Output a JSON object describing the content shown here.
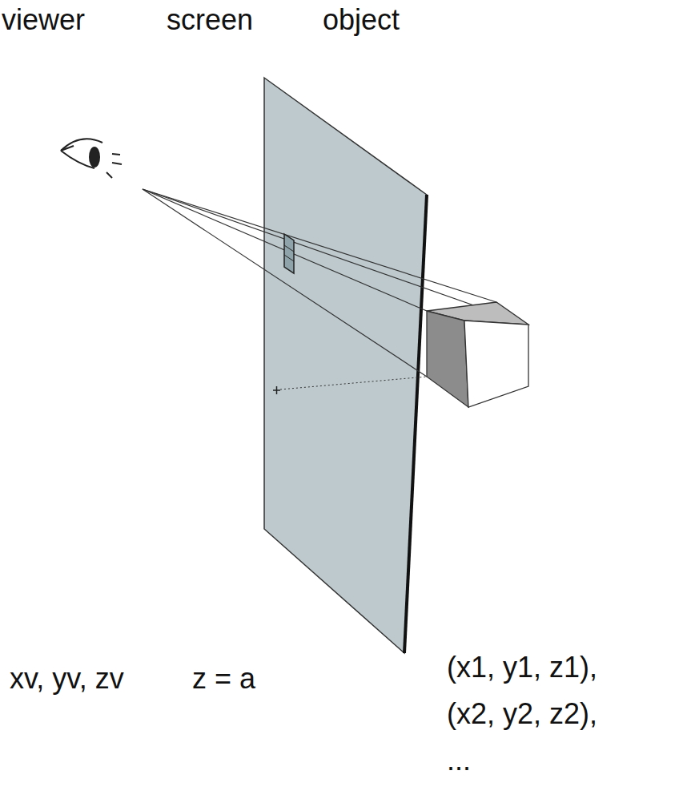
{
  "diagram": {
    "labels": [
      "viewer",
      "screen",
      "object",
      "xv, yv, zv",
      "z = a",
      "(x1, y1, z1),",
      "(x2, y2, z2),",
      "..."
    ]
  }
}
